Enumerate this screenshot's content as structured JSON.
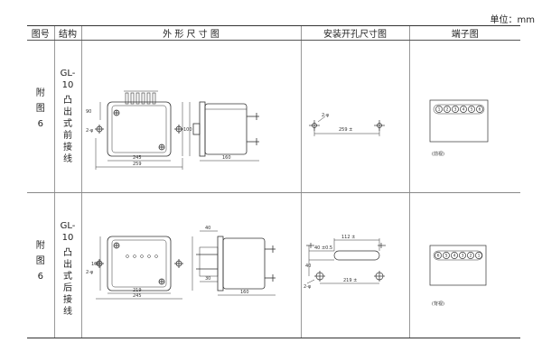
{
  "unit_label": "单位：mm",
  "headers": [
    "图号",
    "结构",
    "外 形 尺 寸 图",
    "安装开孔尺寸图",
    "端子图"
  ],
  "rows": [
    {
      "fig_no": [
        "附",
        "图",
        "6"
      ],
      "model": "GL-10",
      "structure": [
        "凸",
        "出",
        "式",
        "前",
        "接",
        "线"
      ],
      "outline_dims": {
        "top_height": "90",
        "side_height": "100",
        "hole": "2-φ",
        "inner_width": "245",
        "outer_width": "259",
        "depth": "160"
      },
      "mount_dims": {
        "hole": "2-φ",
        "spacing": "259 ±"
      },
      "terminals": [
        "1",
        "2",
        "3",
        "4",
        "5",
        "6"
      ],
      "terminal_caption": "(前视)"
    },
    {
      "fig_no": [
        "附",
        "图",
        "6"
      ],
      "model": "GL-10",
      "structure": [
        "凸",
        "出",
        "式",
        "后",
        "接",
        "线"
      ],
      "outline_dims": {
        "side_height": "100",
        "hole": "2-φ",
        "inner_width": "219",
        "outer_width": "245",
        "stud_height": "40",
        "stud_offset": "30",
        "depth": "160"
      },
      "mount_dims": {
        "cut_width": "112 ±",
        "cut_height": "40 ±0.5",
        "left_height": "40",
        "hole": "2-φ",
        "spacing": "219 ±"
      },
      "terminals": [
        "6",
        "5",
        "4",
        "3",
        "2",
        "1"
      ],
      "terminal_caption": "(背视)"
    }
  ]
}
